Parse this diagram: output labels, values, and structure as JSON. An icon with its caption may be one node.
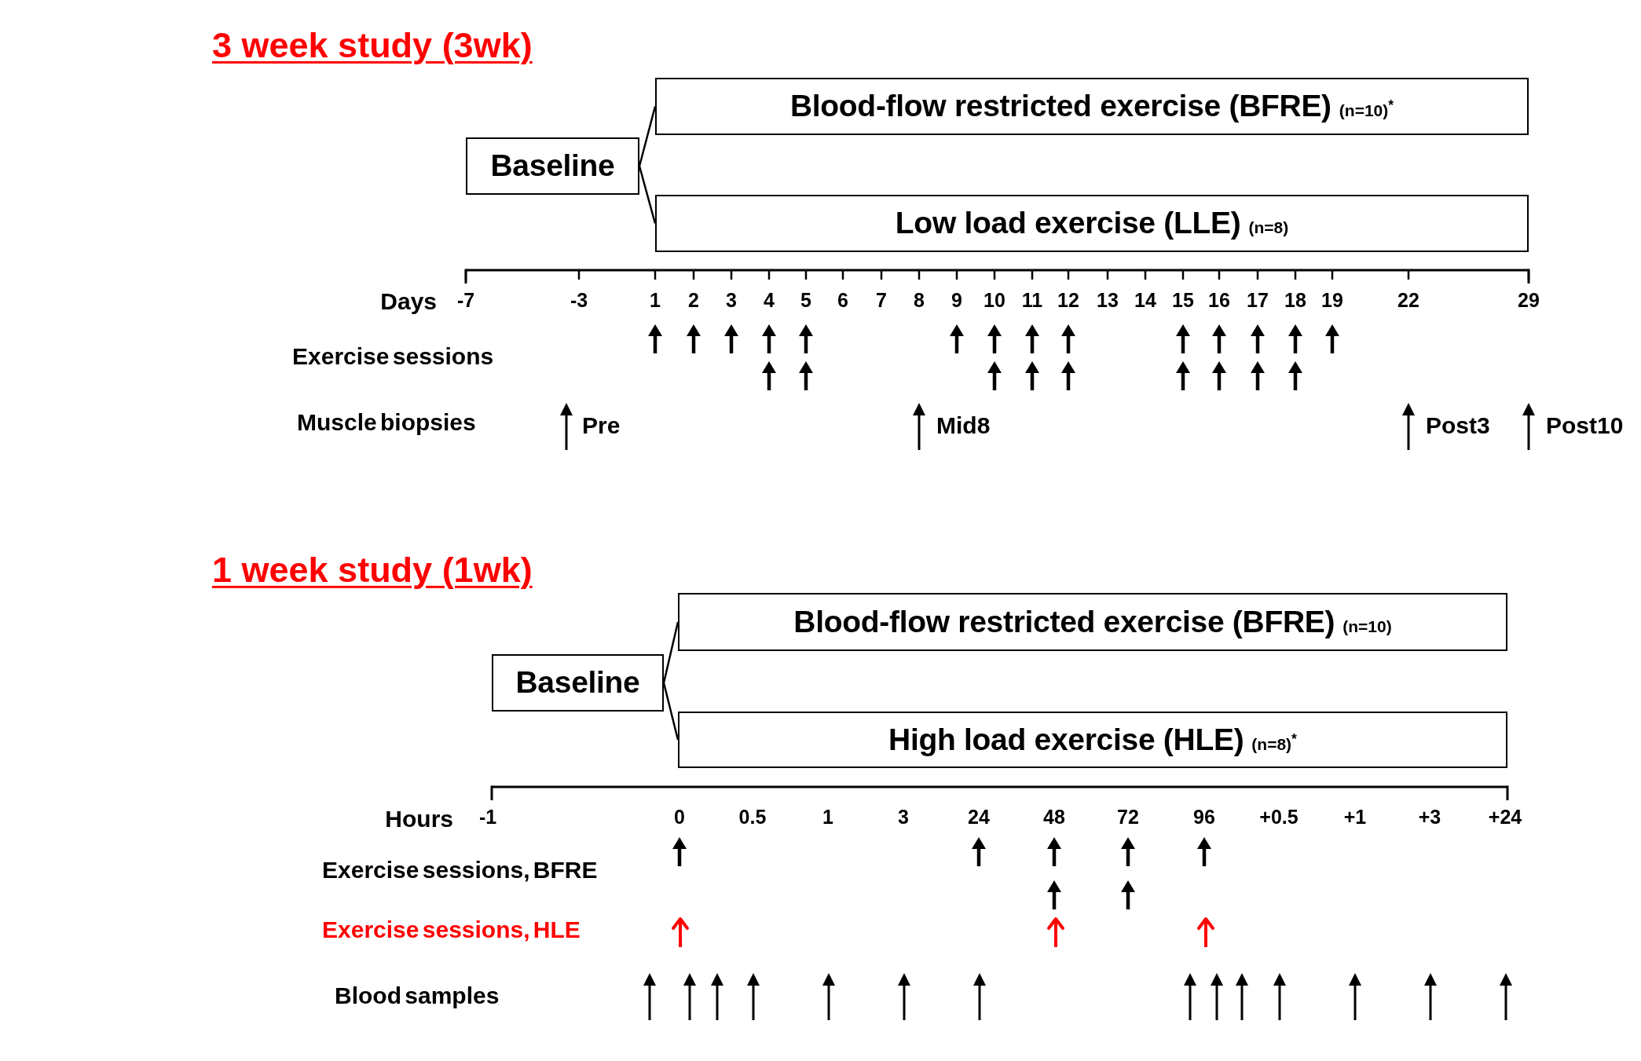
{
  "diagram": {
    "nodes": [
      {
        "text": [
          "Baseline"
        ]
      },
      {
        "text": [
          "Blood-flow restricted exercise (BFRE)",
          "(n=10)$^{*}$"
        ]
      },
      {
        "text": [
          "Low load exercise (LLE)",
          "(n=8)"
        ]
      },
      {
        "text": [
          "Baseline"
        ]
      },
      {
        "text": [
          "Blood-flow restricted exercise (BFRE)",
          "(n=10)"
        ]
      },
      {
        "text": [
          "High load exercise (HLE)",
          "(n=8)$^{*}$"
        ]
      }
    ],
    "edges": [
      {
        "from": 0,
        "to": 1,
        "arrow": "none"
      },
      {
        "from": 0,
        "to": 2,
        "arrow": "none"
      },
      {
        "from": 3,
        "to": 4,
        "arrow": "none"
      },
      {
        "from": 3,
        "to": 5,
        "arrow": "none"
      }
    ],
    "labels": [
      "3 week study (3wk)",
      "Days",
      "-7",
      "-3",
      "1",
      "2",
      "3",
      "4",
      "5",
      "6",
      "7",
      "8",
      "9",
      "10",
      "11",
      "12",
      "13",
      "14",
      "15",
      "16",
      "17",
      "18",
      "19",
      "22",
      "29",
      "Exercise sessions",
      "Muscle biopsies",
      "Pre",
      "Mid8",
      "Post3",
      "Post10",
      "1 week study (1wk)",
      "Hours",
      "-1",
      "0",
      "0.5",
      "1",
      "3",
      "24",
      "48",
      "72",
      "96",
      "+0.5",
      "+1",
      "+3",
      "+24",
      "Exercise sessions, BFRE",
      "Exercise sessions, HLE",
      "Blood samples"
    ]
  }
}
